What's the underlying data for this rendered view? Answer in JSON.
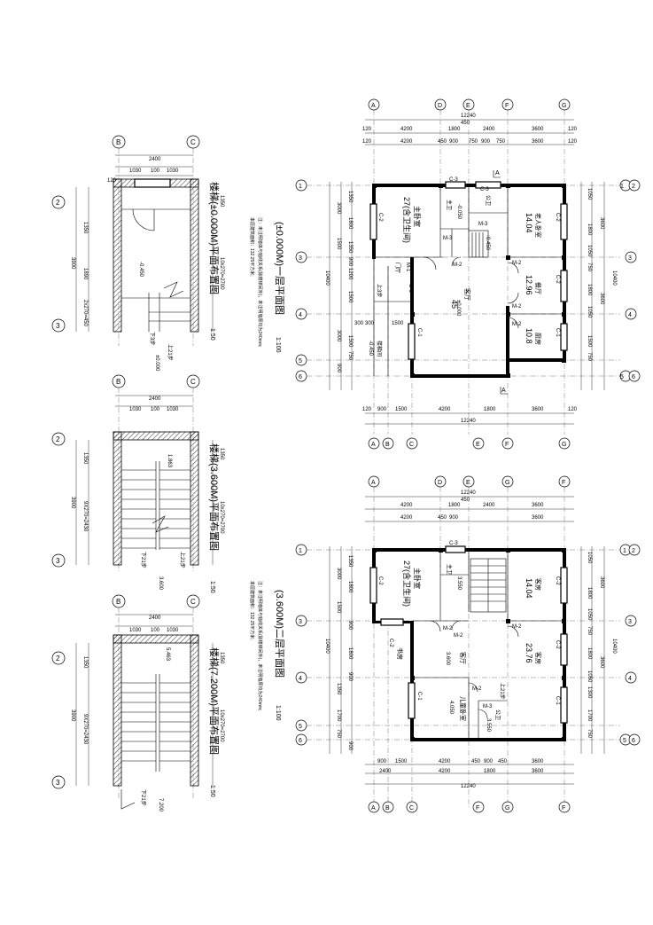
{
  "stair_titles": {
    "s1": "楼梯(±0.000M)平面布置图",
    "s2": "楼梯(3.600M)平面布置图",
    "s3": "楼梯(7.200M)平面布置图",
    "scale": "1:50"
  },
  "stair_labels": {
    "grid_b": "B",
    "grid_c": "C",
    "row_2": "2",
    "row_3": "3",
    "w2400": "2400",
    "w1030a": "1030",
    "w100": "100",
    "w1030b": "1030",
    "d120": "120",
    "d1350": "1350",
    "d3900": "3900",
    "d1890": "1890",
    "d2x270": "2x270=450",
    "d9x270": "9X270=2430",
    "d10x270": "10x270=2700",
    "lv_m0450": "-0.450",
    "lv_000": "±0.000",
    "lv_1863": "1.863",
    "lv_3600": "3.600",
    "lv_5463": "5.463",
    "lv_7200": "7.200",
    "up21": "上21步",
    "dn3": "下3步",
    "dn21": "下21步"
  },
  "plan1": {
    "title": "(±0.000M)一层平面图",
    "scale": "1:100",
    "note1": "注：未注明墙体与轴线关系(除楼梯间外)，未注明墙厚均为240mm;",
    "note2": "本层建筑面积：132.25平方米;",
    "grids_top": [
      "A",
      "D",
      "E",
      "F",
      "G"
    ],
    "grids_bottom": [
      "A",
      "B",
      "C",
      "E",
      "F",
      "G"
    ],
    "grids_side": [
      "1",
      "2",
      "3",
      "4",
      "5",
      "6"
    ],
    "dims_top1": [
      "4200",
      "1800",
      "2400",
      "3600"
    ],
    "dims_top2": [
      "4200",
      "450",
      "900",
      "750",
      "900",
      "750",
      "3600"
    ],
    "dims_bot1": [
      "900",
      "1500",
      "4200",
      "1800",
      "3600"
    ],
    "dims_left": [
      "3000",
      "1800",
      "1500",
      "1350",
      "900",
      "1200",
      "1500",
      "3000",
      "1500",
      "750",
      "900"
    ],
    "dims_right": [
      "3600",
      "1050",
      "1800",
      "1050",
      "750",
      "1800",
      "1050",
      "750",
      "1500",
      "750",
      "900"
    ],
    "overall_w": "12240",
    "overall_d": "10400",
    "top_small": "450",
    "side_120": "120",
    "rooms": {
      "r1": "主卧室",
      "r1b": "27(含卫生间)",
      "r2": "主卫",
      "r3": "公卫",
      "r4": "老人卧室",
      "r4a": "14.04",
      "r5": "餐厅",
      "r5a": "12.96",
      "r6": "客厅",
      "r6a": "45",
      "r7": "厨房",
      "r7a": "10.8",
      "r8": "门厅",
      "r9": "楼梯间",
      "lv_000": "±0.000",
      "lv_m050": "-0.050",
      "lv_m045": "-0.450",
      "lv_m0450b": "-0.450"
    },
    "openings": [
      "C-3",
      "C-3",
      "C-2",
      "C-2",
      "C-2",
      "C-2",
      "C-1",
      "C-1",
      "C-1",
      "M-1",
      "M-2",
      "M-2",
      "M-2",
      "M-3",
      "M-3",
      "M-2"
    ],
    "section": "A",
    "dim_300a": "300",
    "dim_300b": "300",
    "dim_1500": "1500",
    "up": "上3步"
  },
  "plan2": {
    "title": "(3.600M)二层平面图",
    "scale": "1:100",
    "note1": "注：未注明墙体与轴线关系(除楼梯间外)，未注明墙厚均为240mm;",
    "note2": "本层建筑面积：132.25平方米;",
    "grids_top": [
      "A",
      "D",
      "E",
      "G",
      "F"
    ],
    "grids_bottom": [
      "A",
      "B",
      "C",
      "F",
      "G",
      "F"
    ],
    "grids_side": [
      "1",
      "2",
      "3",
      "4",
      "5",
      "6"
    ],
    "dims_top1": [
      "4200",
      "1800",
      "2400",
      "3600"
    ],
    "dims_top2": [
      "4200",
      "450",
      "900",
      "3600"
    ],
    "dims_bot1": [
      "900",
      "1500",
      "4200",
      "450",
      "900",
      "450",
      "3600"
    ],
    "dims_bot2": [
      "2400",
      "4200",
      "1800",
      "3600"
    ],
    "dims_left": [
      "3000",
      "1800",
      "1500",
      "1350",
      "900",
      "1800",
      "900",
      "1350",
      "1700",
      "750",
      "900"
    ],
    "dims_right": [
      "3600",
      "1050",
      "1800",
      "1050",
      "750",
      "1800",
      "1050",
      "1300",
      "1700",
      "750",
      "900"
    ],
    "overall_w": "12240",
    "overall_d": "10400",
    "top_small": "450",
    "rooms": {
      "r1": "主卧室",
      "r1b": "27(含卫生间)",
      "r2": "主卫",
      "r4": "客房",
      "r4a": "14.04",
      "r5": "书房",
      "r6": "客房",
      "r6a": "23.76",
      "r7": "客厅",
      "r8": "儿童卧室",
      "r8a": "4.050",
      "r9": "公卫",
      "lv1": "3.550",
      "lv2": "3.600",
      "lv3": "3.550",
      "lv4": "4.050"
    },
    "openings": [
      "C-3",
      "C-2",
      "C-2",
      "C-2",
      "C-2",
      "C-1",
      "C-1",
      "C-1",
      "C-2",
      "M-2",
      "M-2",
      "M-2",
      "M-2",
      "M-3",
      "M-2"
    ],
    "up": "上21步"
  },
  "colors": {
    "line": "#000000",
    "grid": "#555555"
  }
}
